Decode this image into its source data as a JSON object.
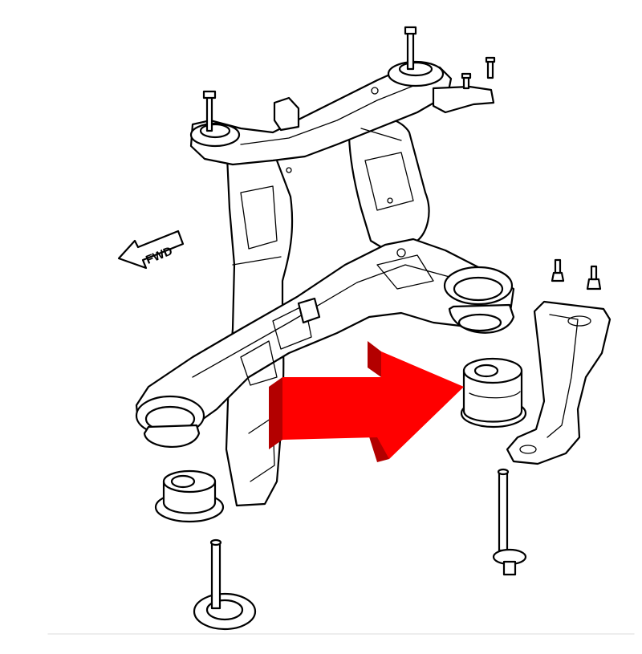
{
  "direction_label": "FWD",
  "colors": {
    "line": "#000000",
    "background": "#ffffff",
    "highlight_arrow": "#ff0000",
    "highlight_arrow_shade": "#b30000"
  },
  "parts": [
    "rear-crossmember",
    "front-bushing-left",
    "front-bushing-right",
    "rear-bushing-left",
    "rear-bushing-right-highlighted",
    "mounting-bracket",
    "bracket-bolts",
    "long-bolt-left",
    "long-bolt-right"
  ]
}
